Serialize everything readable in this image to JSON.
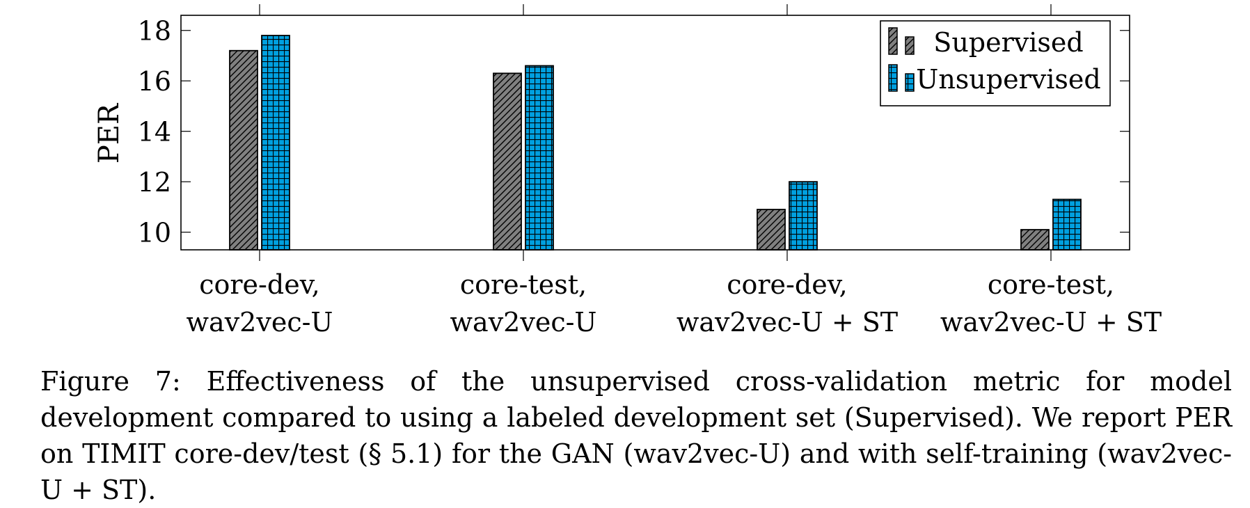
{
  "chart_data": {
    "type": "bar",
    "ylabel": "PER",
    "ylim": [
      9.3,
      18.6
    ],
    "yticks": [
      10,
      12,
      14,
      16,
      18
    ],
    "grid": false,
    "legend_position": "top-right",
    "categories": [
      [
        "core-dev,",
        "wav2vec-U"
      ],
      [
        "core-test,",
        "wav2vec-U"
      ],
      [
        "core-dev,",
        "wav2vec-U + ST"
      ],
      [
        "core-test,",
        "wav2vec-U + ST"
      ]
    ],
    "series": [
      {
        "name": "Supervised",
        "values": [
          17.2,
          16.3,
          10.9,
          10.1
        ],
        "color": "#808080",
        "pattern": "diagonal-hatch"
      },
      {
        "name": "Unsupervised",
        "values": [
          17.8,
          16.6,
          12.0,
          11.3
        ],
        "color": "#00a0e0",
        "pattern": "grid"
      }
    ]
  },
  "caption": "Figure 7: Effectiveness of the unsupervised cross-validation metric for model development compared to using a labeled development set (Supervised).  We report PER on TIMIT core-dev/test (§ 5.1) for the GAN (wav2vec-U) and with self-training (wav2vec-U + ST)."
}
